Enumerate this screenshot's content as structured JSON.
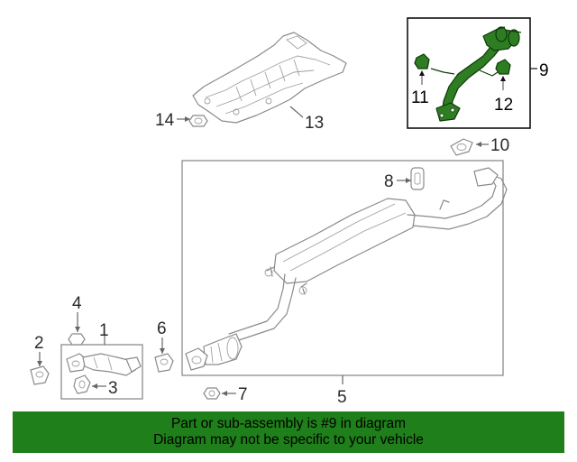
{
  "colors": {
    "banner_bg": "#1f7f1a",
    "highlight_part": "#2e7d22"
  },
  "callouts": {
    "c1": "1",
    "c2": "2",
    "c3": "3",
    "c4": "4",
    "c5": "5",
    "c6": "6",
    "c7": "7",
    "c8": "8",
    "c9": "9",
    "c10": "10",
    "c11": "11",
    "c12": "12",
    "c13": "13",
    "c14": "14"
  },
  "highlighted_part": "9",
  "banner": {
    "line1": "Part or sub-assembly is #9 in diagram",
    "line2": "Diagram may not be specific to your vehicle"
  }
}
